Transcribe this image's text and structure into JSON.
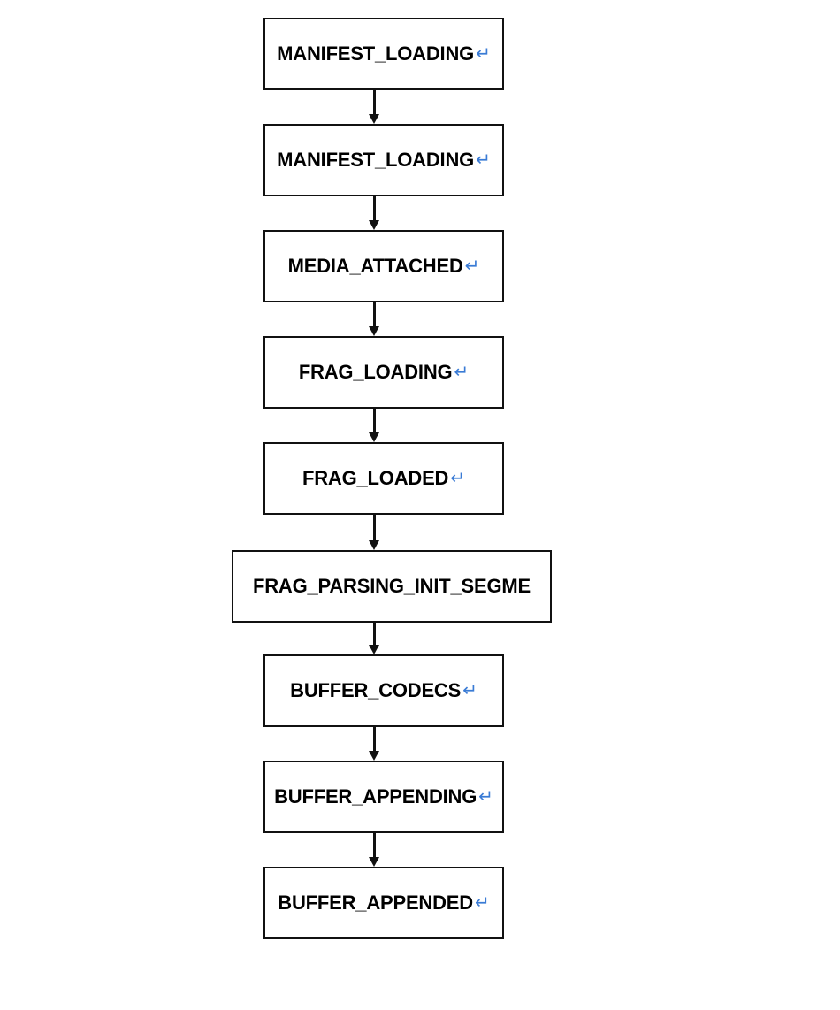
{
  "diagram": {
    "type": "flowchart",
    "direction": "top-to-bottom",
    "nodes": [
      {
        "id": "n1",
        "label": "MANIFEST_LOADING",
        "return_mark": "↵"
      },
      {
        "id": "n2",
        "label": "MANIFEST_LOADING",
        "return_mark": "↵"
      },
      {
        "id": "n3",
        "label": "MEDIA_ATTACHED",
        "return_mark": "↵"
      },
      {
        "id": "n4",
        "label": "FRAG_LOADING",
        "return_mark": "↵"
      },
      {
        "id": "n5",
        "label": "FRAG_LOADED",
        "return_mark": "↵"
      },
      {
        "id": "n6",
        "label": "FRAG_PARSING_INIT_SEGME",
        "return_mark": ""
      },
      {
        "id": "n7",
        "label": "BUFFER_CODECS",
        "return_mark": "↵"
      },
      {
        "id": "n8",
        "label": "BUFFER_APPENDING",
        "return_mark": "↵"
      },
      {
        "id": "n9",
        "label": "BUFFER_APPENDED",
        "return_mark": "↵"
      }
    ],
    "edges": [
      {
        "from": "n1",
        "to": "n2"
      },
      {
        "from": "n2",
        "to": "n3"
      },
      {
        "from": "n3",
        "to": "n4"
      },
      {
        "from": "n4",
        "to": "n5"
      },
      {
        "from": "n5",
        "to": "n6"
      },
      {
        "from": "n6",
        "to": "n7"
      },
      {
        "from": "n7",
        "to": "n8"
      },
      {
        "from": "n8",
        "to": "n9"
      }
    ],
    "colors": {
      "border": "#111111",
      "text": "#000000",
      "return_mark": "#3a7bd5",
      "arrow": "#111111"
    }
  }
}
